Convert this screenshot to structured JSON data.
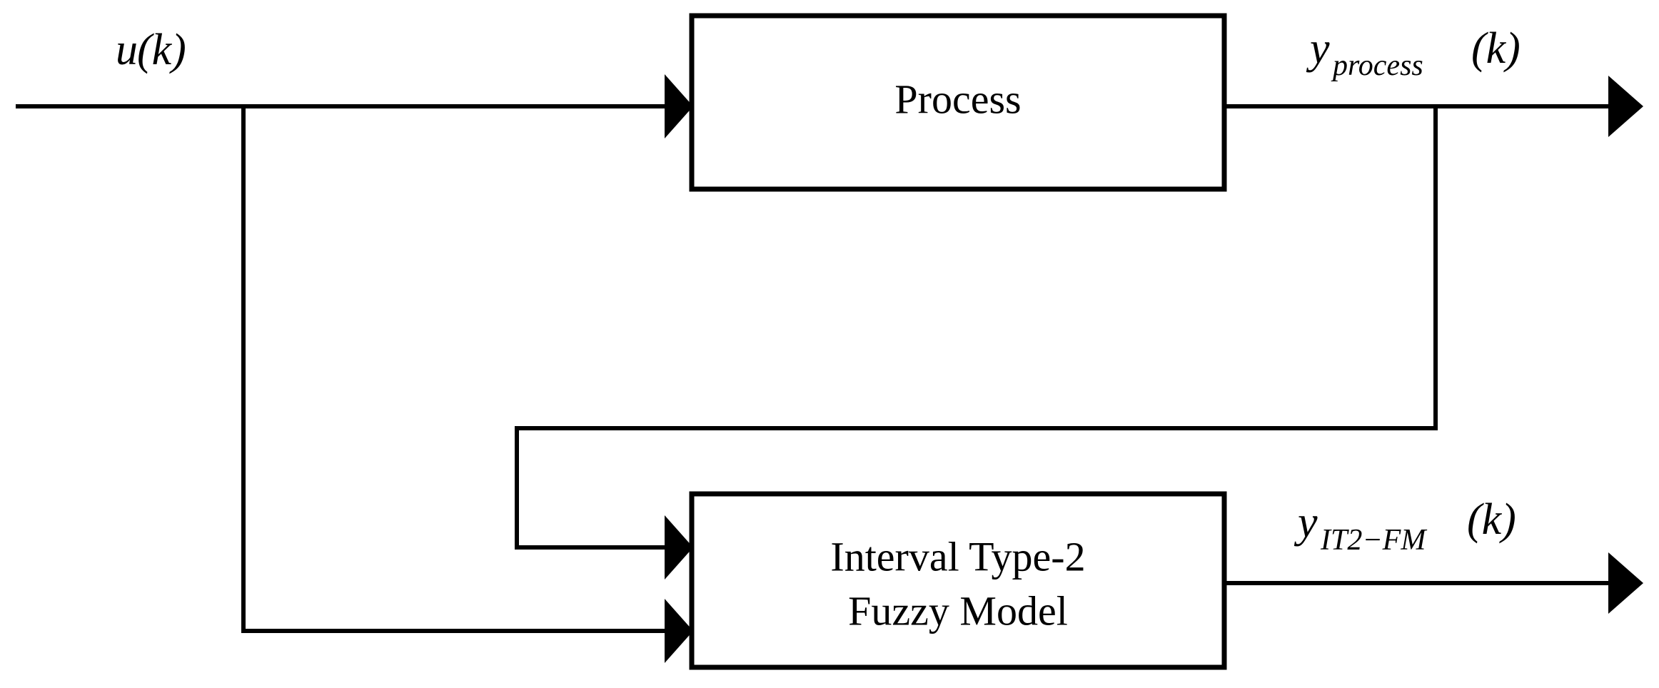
{
  "diagram": {
    "title": "Interval Type-2 Fuzzy Model identification block diagram",
    "background_color": "#ffffff",
    "line_color": "#000000",
    "blocks": [
      {
        "id": "process",
        "label": "Process",
        "label_lines": [
          "Process"
        ]
      },
      {
        "id": "it2fm",
        "label": "Interval Type-2 Fuzzy Model",
        "label_lines": [
          "Interval Type-2",
          "Fuzzy Model"
        ]
      }
    ],
    "signals": {
      "input": {
        "var": "u",
        "subscript": "",
        "argument": "(k)",
        "full": "u(k)"
      },
      "process_output": {
        "var": "y",
        "subscript": "process",
        "argument": "(k)",
        "full": "yprocess(k)"
      },
      "model_output": {
        "var": "y",
        "subscript": "IT2−FM",
        "argument": "(k)",
        "full": "yIT2−FM (k)"
      }
    },
    "connections": [
      {
        "from": "u(k) input",
        "to": "Process"
      },
      {
        "from": "u(k) branch",
        "to": "Interval Type-2 Fuzzy Model (lower input)"
      },
      {
        "from": "Process output",
        "to": "y_process(k) output"
      },
      {
        "from": "Process output branch",
        "to": "Interval Type-2 Fuzzy Model (upper input)"
      },
      {
        "from": "Interval Type-2 Fuzzy Model",
        "to": "y_IT2-FM(k) output"
      }
    ]
  }
}
